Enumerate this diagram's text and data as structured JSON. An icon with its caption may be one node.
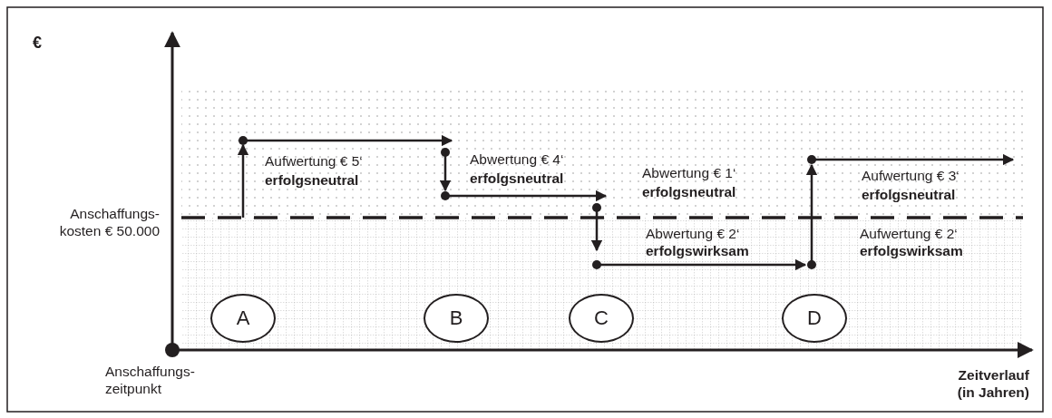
{
  "diagram": {
    "nodes": [
      {
        "text": [
          "A"
        ]
      },
      {
        "text": [
          "B"
        ]
      },
      {
        "text": [
          "C"
        ]
      },
      {
        "text": [
          "D"
        ]
      }
    ],
    "labels": [
      "€",
      "Aufwertung € 5‘",
      "erfolgsneutral",
      "Abwertung € 4‘",
      "erfolgsneutral",
      "Abwertung € 1‘",
      "erfolgsneutral",
      "Aufwertung € 3‘",
      "erfolgsneutral",
      "Anschaffungs- kosten € 50.000",
      "Abwertung € 2‘",
      "erfolgswirksam",
      "Aufwertung € 2‘",
      "erfolgswirksam",
      "Anschaffungs- zeitpunkt",
      "Zeitverlauf (in Jahren)"
    ]
  }
}
